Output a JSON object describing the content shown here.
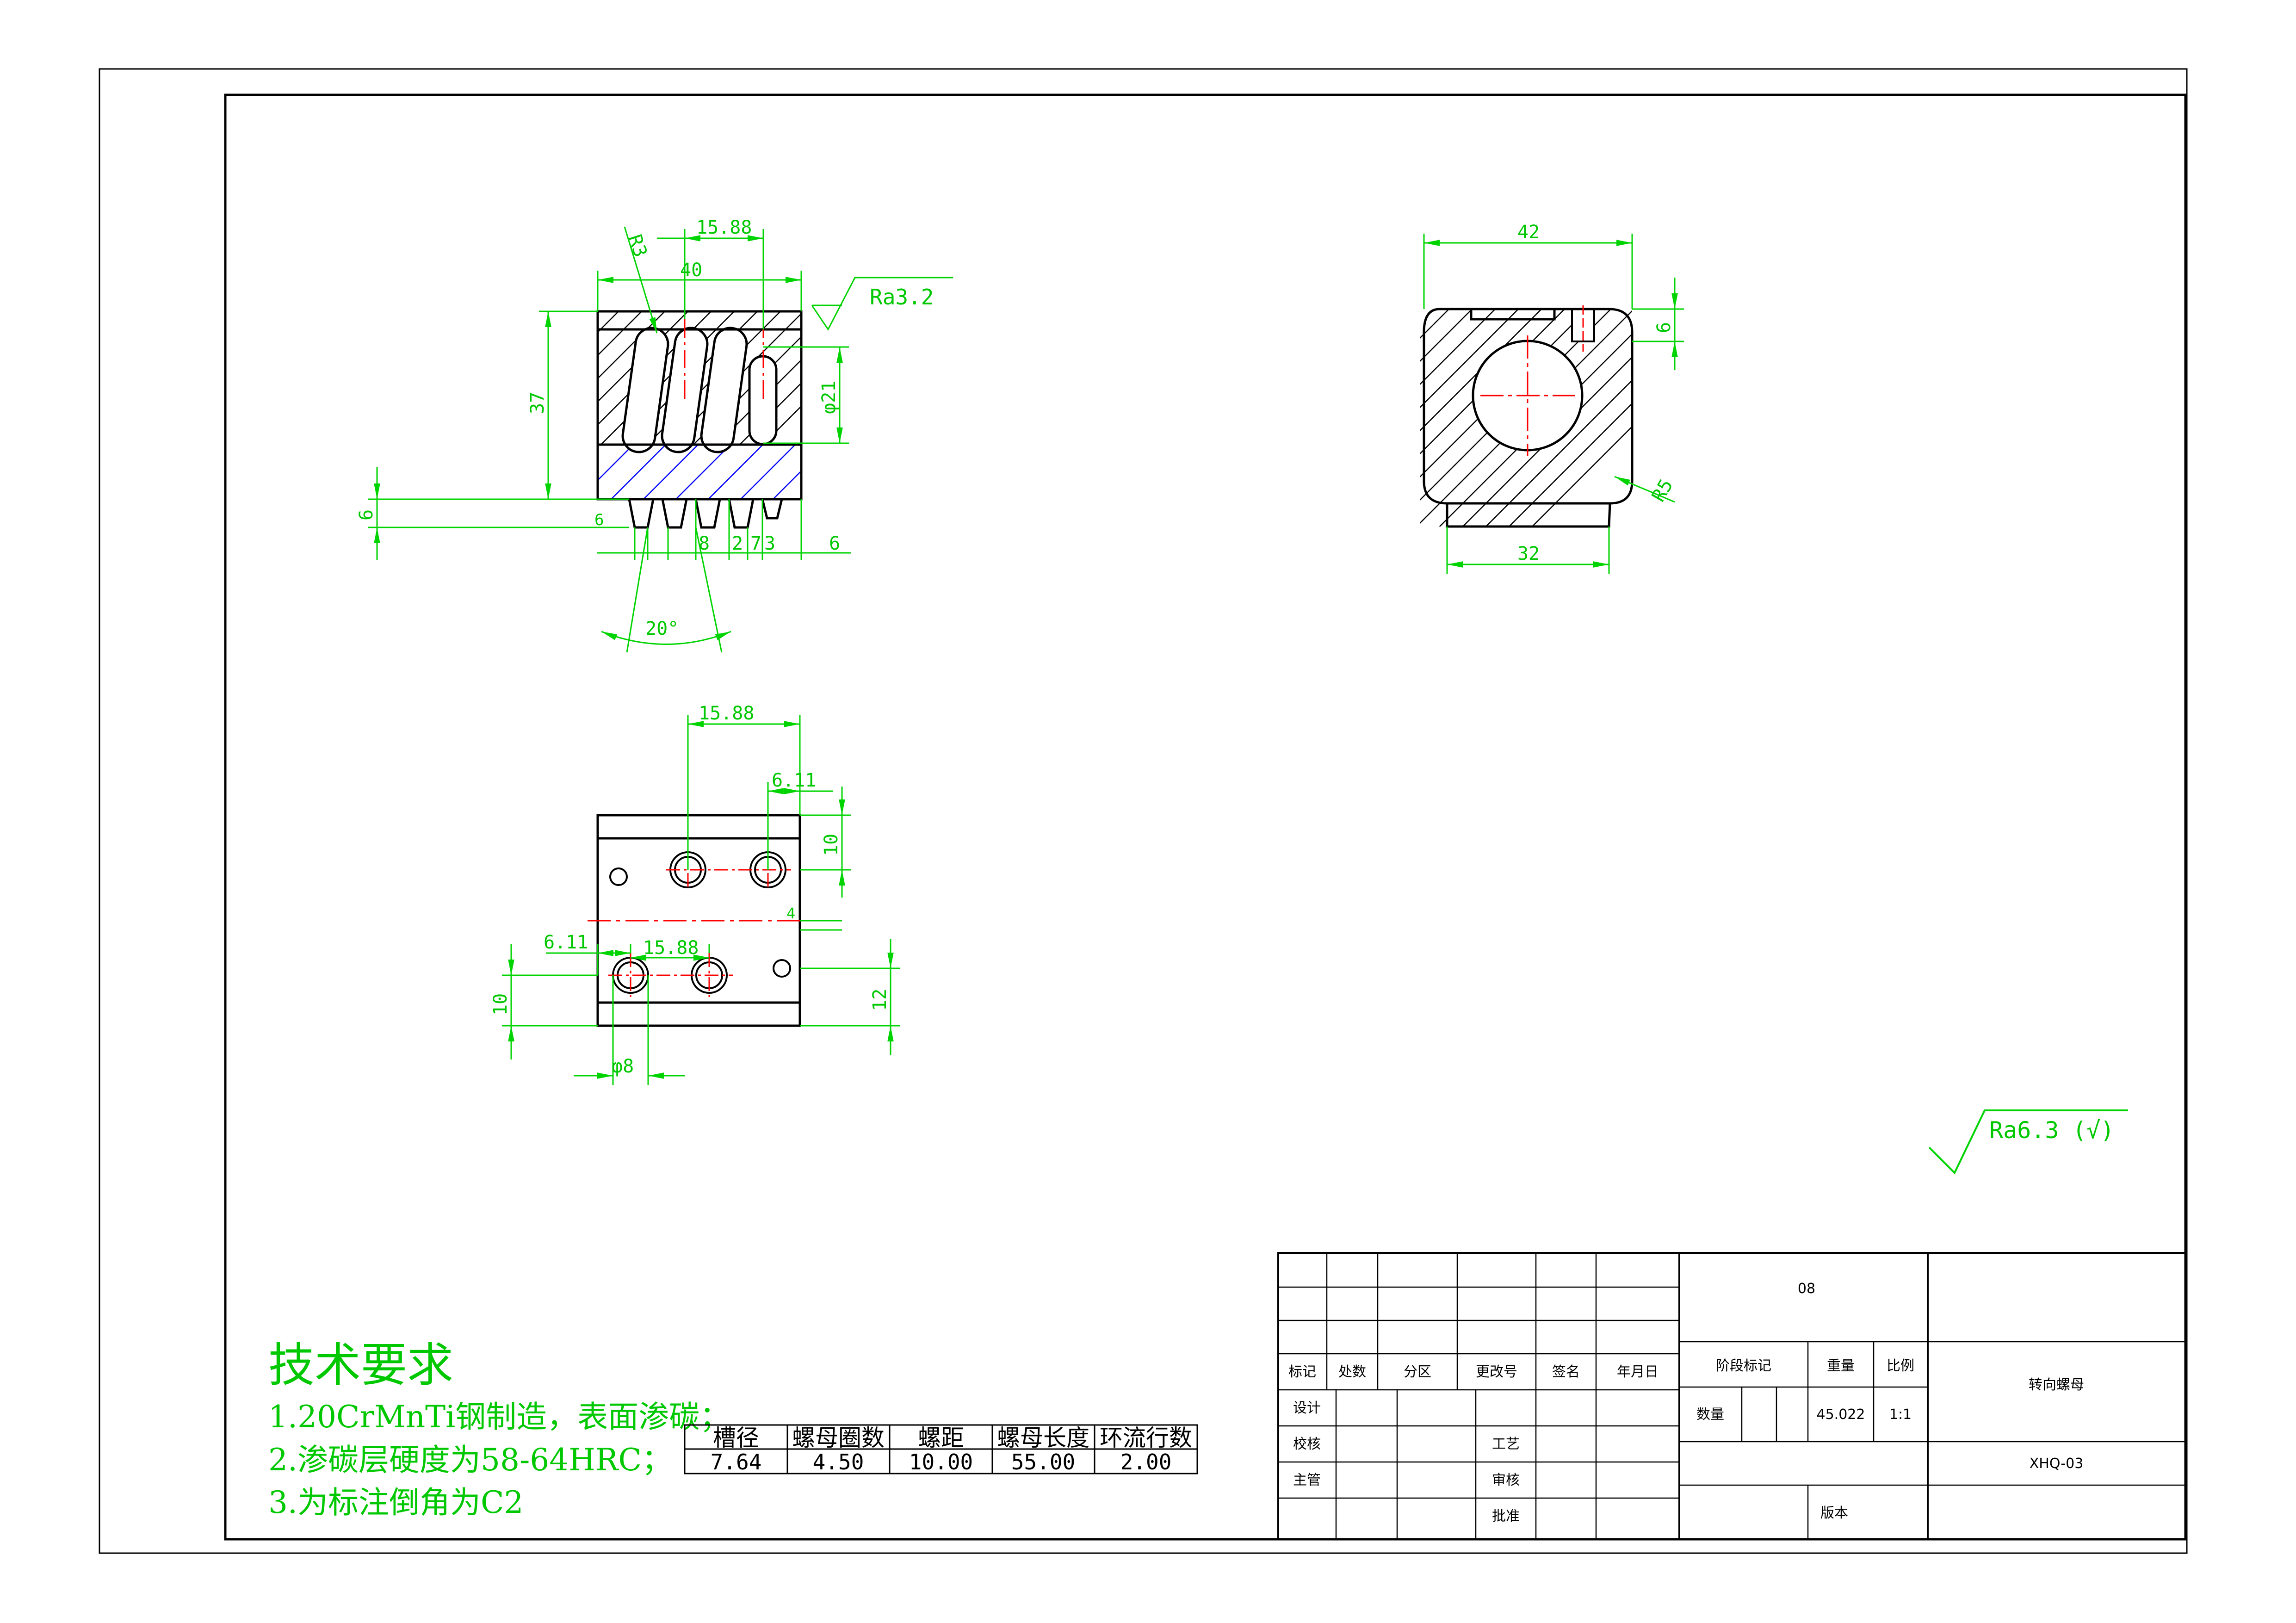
{
  "colors": {
    "dimension": "#00c800",
    "outline": "#000000",
    "centerline": "#ff0000",
    "hatch_alt": "#0000ff",
    "background": "#ffffff"
  },
  "front_view": {
    "dims": {
      "r3": "R3",
      "pitch": "15.88",
      "width": "40",
      "height": "37",
      "dia": "φ21",
      "left6": "6",
      "small6": "6",
      "d8": "8",
      "d2": "2",
      "d7": "7",
      "d3": "3",
      "right6": "6",
      "angle": "20°"
    },
    "roughness": "Ra3.2"
  },
  "side_view": {
    "dims": {
      "width": "42",
      "six": "6",
      "r5": "R5",
      "bottom": "32"
    }
  },
  "top_view": {
    "dims": {
      "pitch_top": "15.88",
      "offset_top": "6.11",
      "ten_right": "10",
      "four": "4",
      "offset_bottom": "6.11",
      "pitch_bottom": "15.88",
      "ten_left": "10",
      "twelve": "12",
      "hole": "φ8"
    }
  },
  "surface_finish": {
    "value": "Ra6.3",
    "note": "(√)"
  },
  "technical_requirements": {
    "title": "技术要求",
    "lines": [
      "1.20CrMnTi钢制造，表面渗碳；",
      "2.渗碳层硬度为58-64HRC；",
      "3.为标注倒角为C2"
    ]
  },
  "params_table": {
    "headers": [
      "槽径",
      "螺母圈数",
      "螺距",
      "螺母长度",
      "环流行数"
    ],
    "values": [
      "7.64",
      "4.50",
      "10.00",
      "55.00",
      "2.00"
    ]
  },
  "title_block": {
    "revision_labels": [
      "标记",
      "处数",
      "分区",
      "更改号",
      "签名",
      "年月日"
    ],
    "roles_left": [
      "设计",
      "校核",
      "主管"
    ],
    "roles_mid": [
      "工艺",
      "审核",
      "批准"
    ],
    "material": "08",
    "stage_label": "阶段标记",
    "weight_label": "重量",
    "scale_label": "比例",
    "qty_label": "数量",
    "weight": "45.022",
    "scale": "1:1",
    "part_name": "转向螺母",
    "drawing_no": "XHQ-03",
    "version_label": "版本"
  }
}
